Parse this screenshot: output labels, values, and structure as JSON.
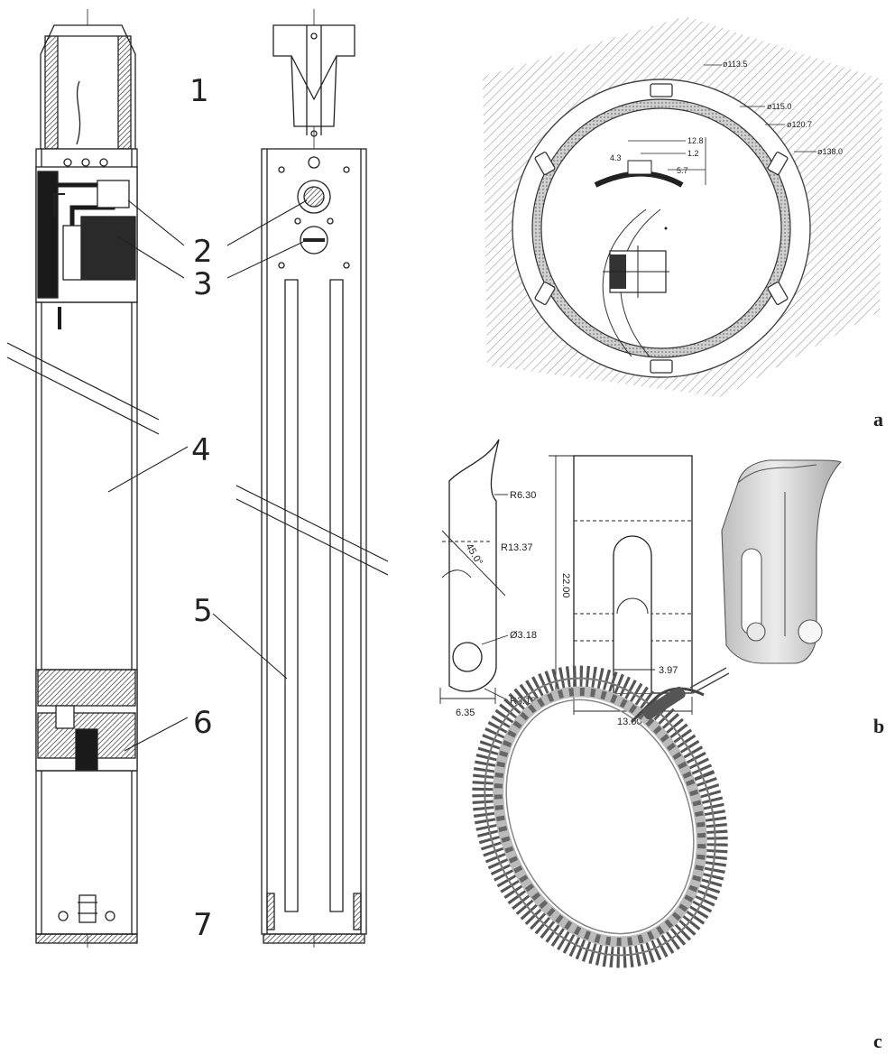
{
  "callouts": [
    "1",
    "2",
    "3",
    "4",
    "5",
    "6",
    "7"
  ],
  "panels": [
    "a",
    "b",
    "c"
  ],
  "ring_dims": {
    "d1": "ø113.5",
    "d2": "ø115.0",
    "d3": "ø120.7",
    "d4": "ø138.0",
    "w1": "12.8",
    "w2": "1.2",
    "h1": "5.7",
    "s1": "4.3"
  },
  "clip_dims": {
    "r1": "R6.30",
    "r2": "R13.37",
    "angle": "45.0°",
    "hole": "Ø3.18",
    "r3": "R3.18",
    "width_side": "6.35",
    "height": "22.00",
    "slot": "3.97",
    "width_front": "13.60"
  },
  "colors": {
    "line": "#222222",
    "dark": "#1a1a1a",
    "grey": "#8a8a8a",
    "hatch": "#9a9a9a"
  }
}
